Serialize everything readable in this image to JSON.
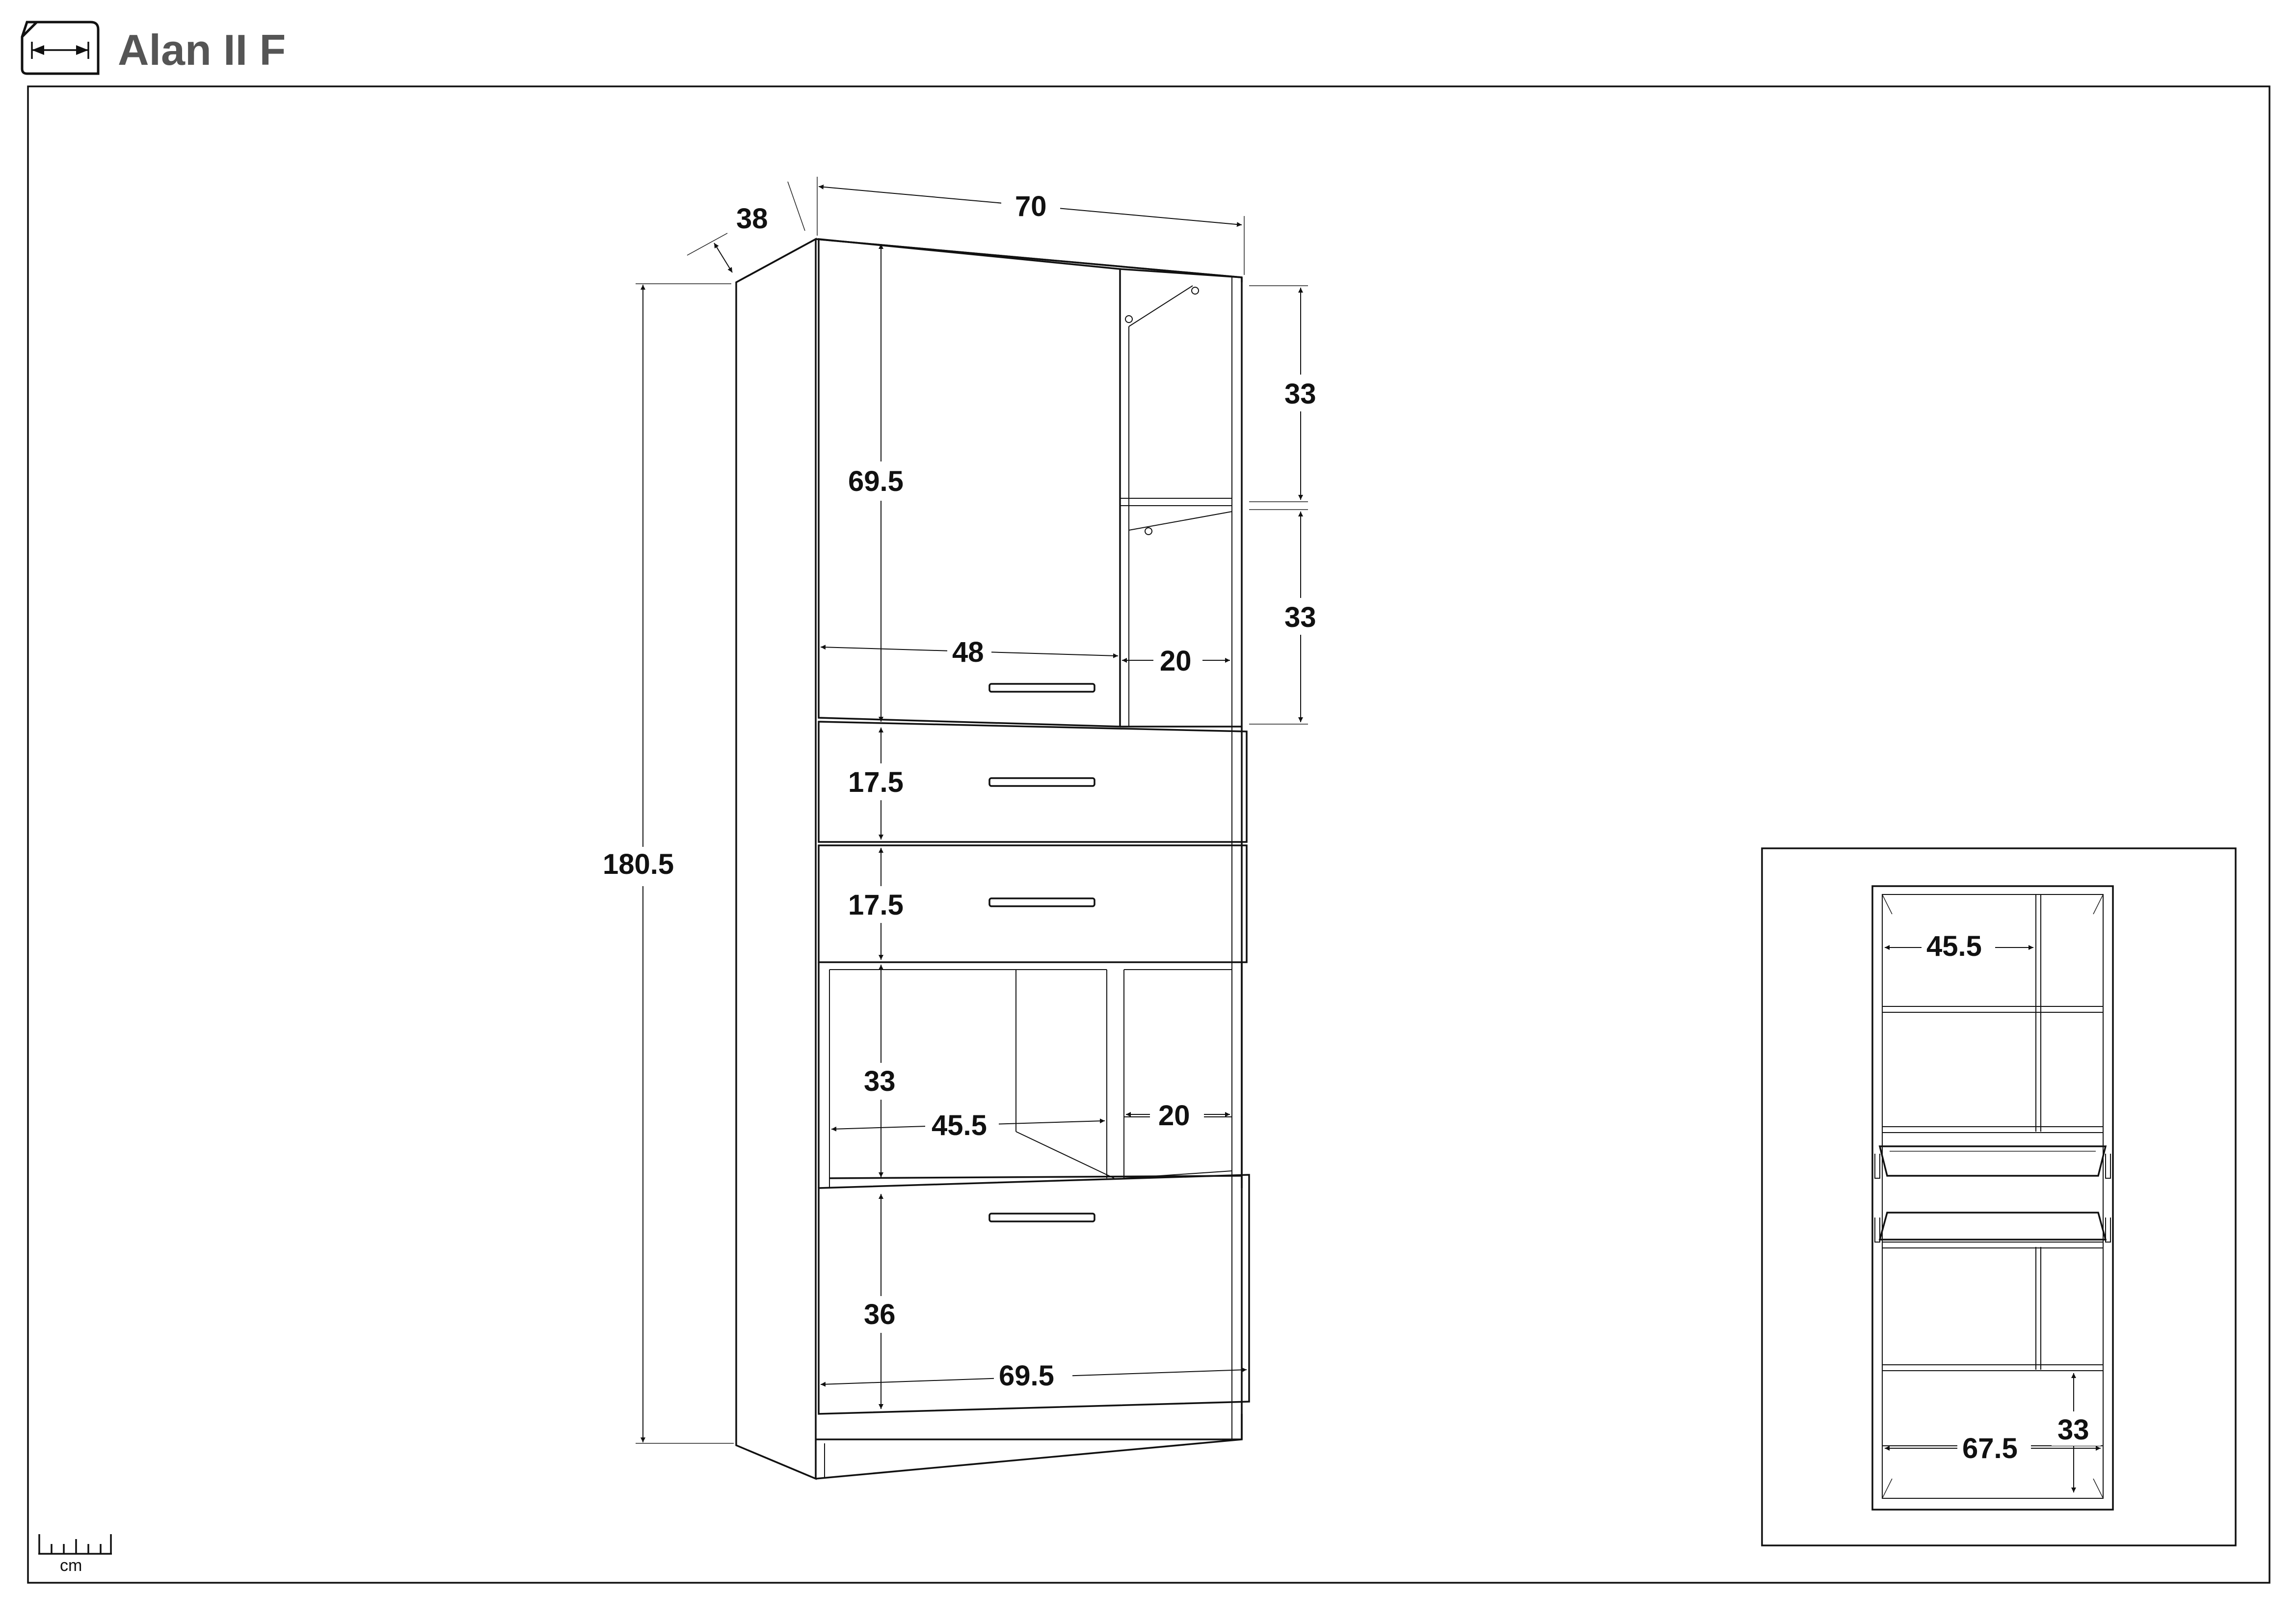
{
  "title": "Alan II F",
  "scale_unit": "cm",
  "main_view": {
    "width": "70",
    "depth": "38",
    "height": "180.5",
    "door_height": "69.5",
    "door_width": "48",
    "shelf_width_upper": "20",
    "shelf_height_top": "33",
    "shelf_height_mid": "33",
    "drawer1_height": "17.5",
    "drawer2_height": "17.5",
    "open_compartment_height": "33",
    "open_compartment_width": "45.5",
    "open_shelf_width_lower": "20",
    "flap_height": "36",
    "flap_width": "69.5"
  },
  "inset_view": {
    "inner_width_top": "45.5",
    "inner_width_bottom": "67.5",
    "compartment_height_bottom": "33"
  }
}
